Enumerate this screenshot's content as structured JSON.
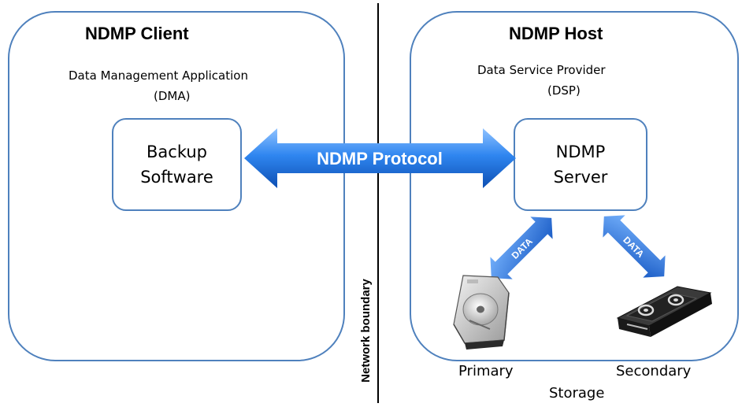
{
  "client": {
    "title": "NDMP Client",
    "role_line1": "Data Management  Application",
    "role_line2": "(DMA)",
    "box_line1": "Backup",
    "box_line2": "Software"
  },
  "host": {
    "title": "NDMP Host",
    "role_line1": "Data Service Provider",
    "role_line2": "(DSP)",
    "box_line1": "NDMP",
    "box_line2": "Server"
  },
  "protocol_label": "NDMP Protocol",
  "network_boundary_label": "Network boundary",
  "data_label_left": "DATA",
  "data_label_right": "DATA",
  "storage": {
    "primary": "Primary",
    "secondary": "Secondary",
    "caption": "Storage"
  },
  "colors": {
    "accent": "#4f81bd",
    "arrow": "#1f6fd6"
  },
  "icons": {
    "primary": "hard-drive-icon",
    "secondary": "tape-cartridge-icon"
  }
}
